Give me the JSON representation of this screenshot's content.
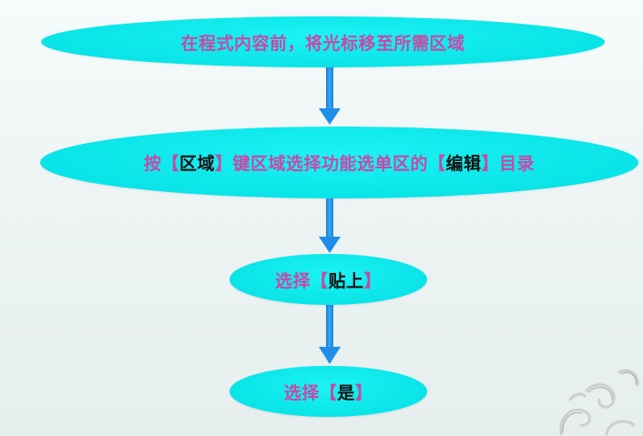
{
  "flow": {
    "steps": [
      {
        "text": "在程式内容前，将光标移至所需区域"
      },
      {
        "prefix": "按",
        "bracket_open": "【",
        "key1": "区域",
        "bracket_close": "】",
        "middle": "键区域选择功能选单区的",
        "key2": "编辑",
        "suffix": "目录"
      },
      {
        "prefix": "选择",
        "bracket_open": "【",
        "key": "贴上",
        "bracket_close": "】"
      },
      {
        "prefix": "选择",
        "bracket_open": "【",
        "key": "是",
        "bracket_close": "】"
      }
    ]
  },
  "colors": {
    "node_fill": "#0ee7ea",
    "text_pink": "#c54aa6",
    "keyword": "#111111",
    "arrow": "#1e8fe8"
  },
  "decoration": {
    "icon": "swirl-ornament-icon"
  }
}
